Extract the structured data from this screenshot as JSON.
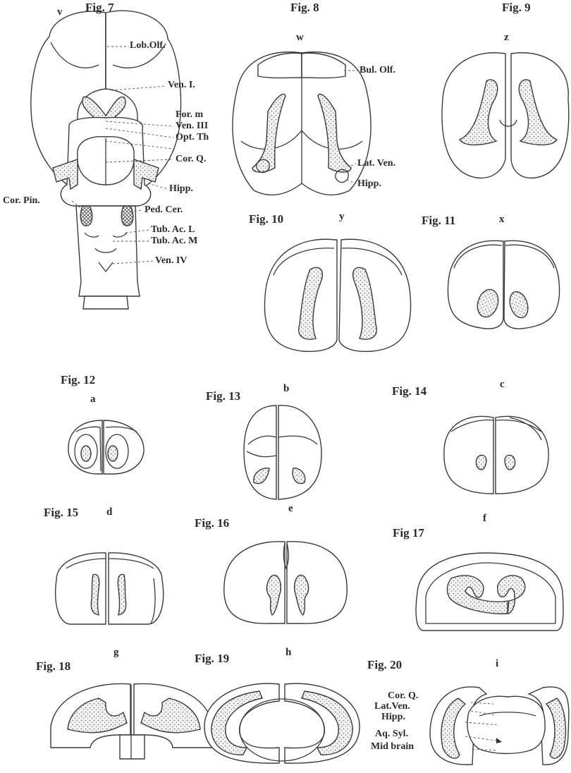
{
  "figures": [
    {
      "id": "fig7",
      "label": "Fig. 7",
      "letter": "v"
    },
    {
      "id": "fig8",
      "label": "Fig. 8",
      "letter": "w"
    },
    {
      "id": "fig9",
      "label": "Fig. 9",
      "letter": "z"
    },
    {
      "id": "fig10",
      "label": "Fig. 10",
      "letter": "y"
    },
    {
      "id": "fig11",
      "label": "Fig. 11",
      "letter": "x"
    },
    {
      "id": "fig12",
      "label": "Fig. 12",
      "letter": "a"
    },
    {
      "id": "fig13",
      "label": "Fig. 13",
      "letter": "b"
    },
    {
      "id": "fig14",
      "label": "Fig. 14",
      "letter": "c"
    },
    {
      "id": "fig15",
      "label": "Fig. 15",
      "letter": "d"
    },
    {
      "id": "fig16",
      "label": "Fig. 16",
      "letter": "e"
    },
    {
      "id": "fig17",
      "label": "Fig 17",
      "letter": "f"
    },
    {
      "id": "fig18",
      "label": "Fig. 18",
      "letter": "g"
    },
    {
      "id": "fig19",
      "label": "Fig. 19",
      "letter": "h"
    },
    {
      "id": "fig20",
      "label": "Fig. 20",
      "letter": "i"
    }
  ],
  "annotations": {
    "fig7": [
      "Lob.Olf.",
      "Ven. I.",
      "For. m",
      "Ven. III",
      "Opt. Th",
      "Cor. Q.",
      "Hipp.",
      "Cor. Pin.",
      "Ped. Cer.",
      "Tub. Ac. L",
      "Tub. Ac. M",
      "Ven. IV"
    ],
    "fig8": [
      "Bul. Olf.",
      "Lat. Ven.",
      "Hipp."
    ],
    "fig20": [
      "Cor. Q.",
      "Lat.Ven.",
      "Hipp.",
      "Aq. Syl.",
      "Mid brain"
    ]
  }
}
